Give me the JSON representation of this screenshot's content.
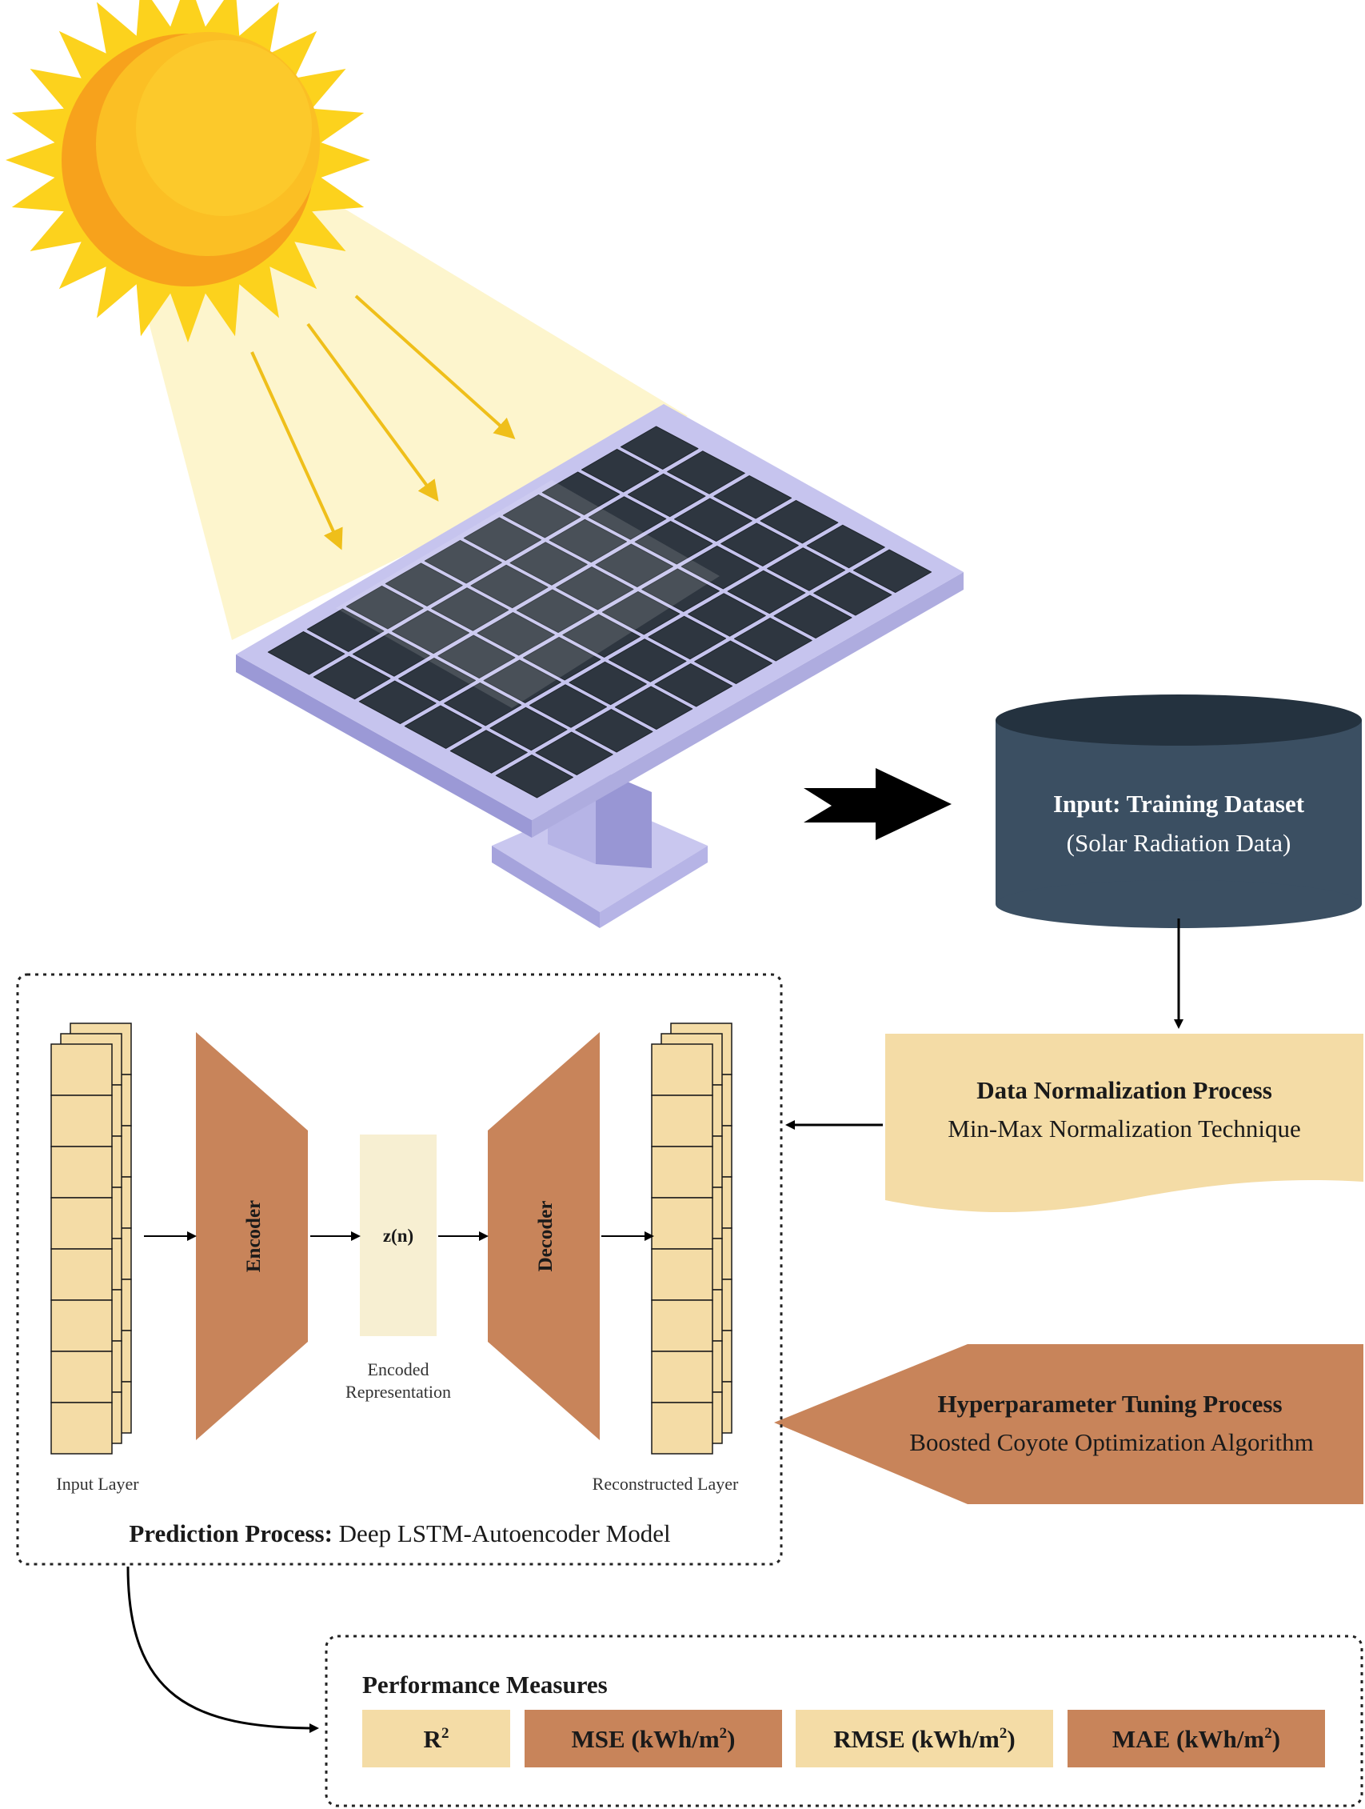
{
  "dataset": {
    "title": "Input: Training Dataset",
    "subtitle": "(Solar Radiation Data)"
  },
  "normalization": {
    "title": "Data Normalization Process",
    "subtitle": "Min-Max Normalization Technique"
  },
  "hyperparameter": {
    "title": "Hyperparameter Tuning Process",
    "subtitle": "Boosted Coyote Optimization Algorithm"
  },
  "model": {
    "encoder_label": "Encoder",
    "decoder_label": "Decoder",
    "latent_label": "z(n)",
    "latent_caption_line1": "Encoded",
    "latent_caption_line2": "Representation",
    "input_layer_label": "Input Layer",
    "output_layer_label": "Reconstructed Layer",
    "caption_bold": "Prediction Process:",
    "caption_rest": " Deep LSTM-Autoencoder Model"
  },
  "performance": {
    "title": "Performance Measures",
    "metrics": [
      {
        "name": "R",
        "sup": "2",
        "unit": "",
        "color": "#f4dca6"
      },
      {
        "name": "MSE (kWh/m",
        "sup": "2",
        "unit": ")",
        "color": "#c8845a"
      },
      {
        "name": "RMSE (kWh/m",
        "sup": "2",
        "unit": ")",
        "color": "#f4dca6"
      },
      {
        "name": "MAE (kWh/m",
        "sup": "2",
        "unit": ")",
        "color": "#c8845a"
      }
    ]
  },
  "colors": {
    "dataset_fill": "#3b4f62",
    "dataset_top": "#24323f",
    "normalization_fill": "#f4dca6",
    "hyperparameter_fill": "#c8845a",
    "encoder_fill": "#c8845a",
    "latent_fill": "#f7efd2",
    "layer_fill": "#f4dca6",
    "panel_frame": "#b9b8e6",
    "panel_cell": "#2e3640",
    "sun_outer": "#fcd21d",
    "sun_inner": "#f7a21c",
    "light_beam": "#fdf4c8",
    "ray": "#efbf1a"
  }
}
